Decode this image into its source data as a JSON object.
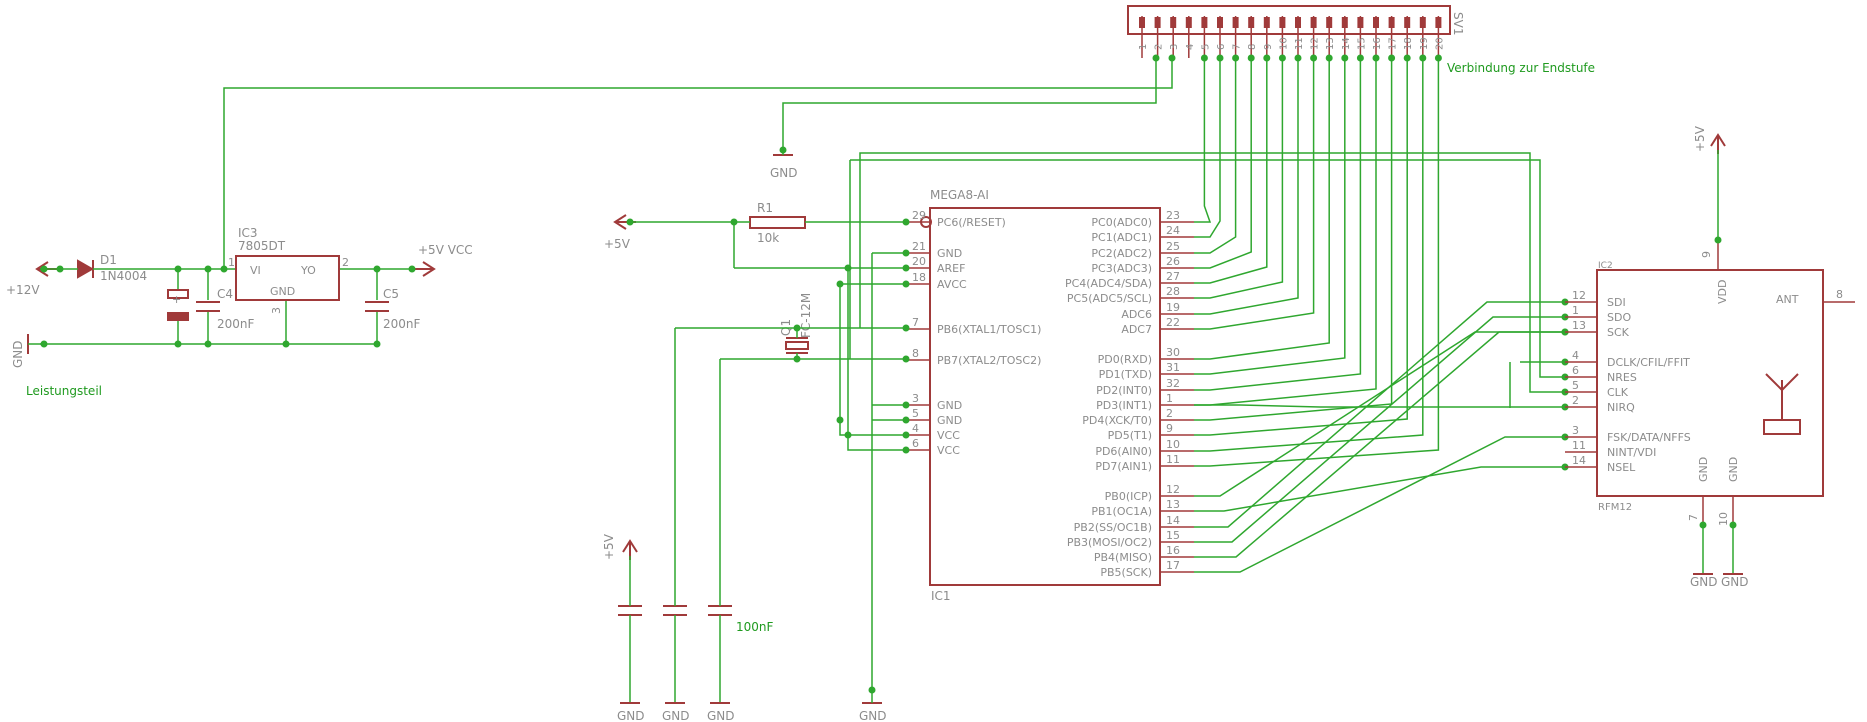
{
  "labels": {
    "gnd": "GND",
    "plus5v": "+5V",
    "plus12v": "+12V",
    "plus5v_vcc": "+5V VCC",
    "leistungsteil": "Leistungsteil",
    "verbindung": "Verbindung zur Endstufe"
  },
  "parts": {
    "d1_name": "D1",
    "d1_value": "1N4004",
    "ic3_name": "IC3",
    "ic3_value": "7805DT",
    "ic3_vi": "VI",
    "ic3_vo": "YO",
    "ic3_gnd": "GND",
    "c4_name": "C4",
    "c4_value": "200nF",
    "c5_name": "C5",
    "c5_value": "200nF",
    "r1_name": "R1",
    "r1_value": "10k",
    "q1_name": "Q1",
    "q1_value": "FC-12M",
    "cap_value": "100nF",
    "sv1_name": "SV1",
    "ic1_value": "MEGA8-AI",
    "ic1_name": "IC1",
    "ic2_name": "IC2",
    "ic2_value": "RFM12"
  },
  "mega_left": [
    {
      "name": "PC6(/RESET)",
      "num": "29"
    },
    {
      "name": "GND",
      "num": "21"
    },
    {
      "name": "AREF",
      "num": "20"
    },
    {
      "name": "AVCC",
      "num": "18"
    },
    {
      "name": "PB6(XTAL1/TOSC1)",
      "num": "7"
    },
    {
      "name": "PB7(XTAL2/TOSC2)",
      "num": "8"
    },
    {
      "name": "GND",
      "num": "3"
    },
    {
      "name": "GND",
      "num": "5"
    },
    {
      "name": "VCC",
      "num": "4"
    },
    {
      "name": "VCC",
      "num": "6"
    }
  ],
  "mega_right": [
    {
      "name": "PC0(ADC0)",
      "num": "23"
    },
    {
      "name": "PC1(ADC1)",
      "num": "24"
    },
    {
      "name": "PC2(ADC2)",
      "num": "25"
    },
    {
      "name": "PC3(ADC3)",
      "num": "26"
    },
    {
      "name": "PC4(ADC4/SDA)",
      "num": "27"
    },
    {
      "name": "PC5(ADC5/SCL)",
      "num": "28"
    },
    {
      "name": "ADC6",
      "num": "19"
    },
    {
      "name": "ADC7",
      "num": "22"
    },
    {
      "name": "PD0(RXD)",
      "num": "30"
    },
    {
      "name": "PD1(TXD)",
      "num": "31"
    },
    {
      "name": "PD2(INT0)",
      "num": "32"
    },
    {
      "name": "PD3(INT1)",
      "num": "1"
    },
    {
      "name": "PD4(XCK/T0)",
      "num": "2"
    },
    {
      "name": "PD5(T1)",
      "num": "9"
    },
    {
      "name": "PD6(AIN0)",
      "num": "10"
    },
    {
      "name": "PD7(AIN1)",
      "num": "11"
    },
    {
      "name": "PB0(ICP)",
      "num": "12"
    },
    {
      "name": "PB1(OC1A)",
      "num": "13"
    },
    {
      "name": "PB2(SS/OC1B)",
      "num": "14"
    },
    {
      "name": "PB3(MOSI/OC2)",
      "num": "15"
    },
    {
      "name": "PB4(MISO)",
      "num": "16"
    },
    {
      "name": "PB5(SCK)",
      "num": "17"
    }
  ],
  "rfm_left": [
    {
      "name": "SDI",
      "num": "12"
    },
    {
      "name": "SDO",
      "num": "1"
    },
    {
      "name": "SCK",
      "num": "13"
    },
    {
      "name": "DCLK/CFIL/FFIT",
      "num": "4"
    },
    {
      "name": "NRES",
      "num": "6"
    },
    {
      "name": "CLK",
      "num": "5"
    },
    {
      "name": "NIRQ",
      "num": "2"
    },
    {
      "name": "FSK/DATA/NFFS",
      "num": "3"
    },
    {
      "name": "NINT/VDI",
      "num": "11"
    },
    {
      "name": "NSEL",
      "num": "14"
    }
  ],
  "rfm_misc": {
    "vdd": "VDD",
    "vdd_num": "9",
    "ant": "ANT",
    "ant_num": "8",
    "gnd1": "GND",
    "gnd1_num": "7",
    "gnd2": "GND",
    "gnd2_num": "10"
  },
  "sv1_pins": [
    "1",
    "2",
    "3",
    "4",
    "5",
    "6",
    "7",
    "8",
    "9",
    "10",
    "11",
    "12",
    "13",
    "14",
    "15",
    "16",
    "17",
    "18",
    "19",
    "20"
  ],
  "colors": {
    "component": "#a03a3a",
    "wire": "#2fa72f",
    "label": "#8c8c8c",
    "net_label": "#1f9a1f"
  }
}
